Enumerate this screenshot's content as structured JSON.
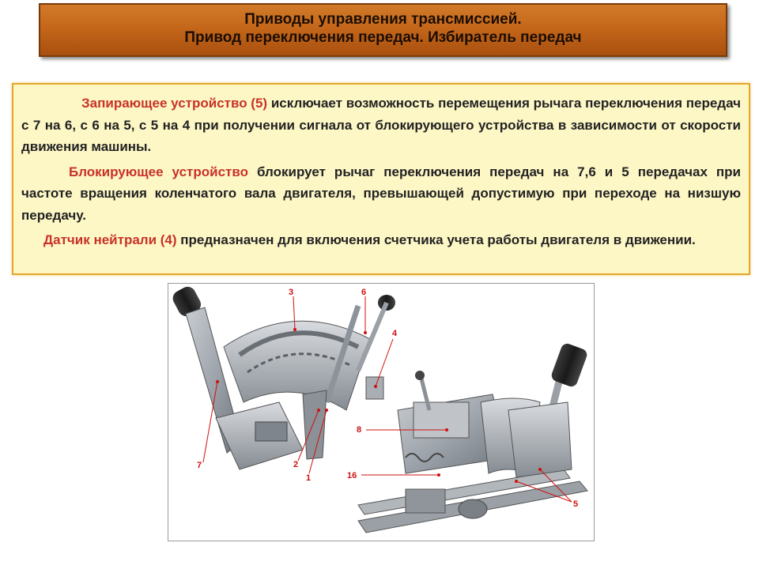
{
  "title": {
    "line1": "Приводы управления трансмиссией.",
    "line2": "Привод переключения передач.  Избиратель передач"
  },
  "paragraphs": [
    {
      "highlight": "Запирающее  устройство  (5)",
      "text": "  исключает  возможность  перемещения  рычага переключения  передач  с  7  на  6,  с  6  на  5,  с  5  на  4  при  получении  сигнала  от блокирующего устройства в зависимости от скорости движения машины."
    },
    {
      "highlight": "Блокирующее  устройство",
      "text": "  блокирует  рычаг  переключения  передач  на  7,6  и  5 передачах  при  частоте  вращения  коленчатого  вала  двигателя,  превышающей допустимую при переходе на низшую передачу."
    },
    {
      "highlight": "Датчик нейтрали (4)",
      "text": " предназначен для включения счетчика учета работы двигателя в движении."
    }
  ],
  "callouts": {
    "n3": "3",
    "n6": "6",
    "n4": "4",
    "n8": "8",
    "n7": "7",
    "n2": "2",
    "n1": "1",
    "n16": "16",
    "n5": "5"
  },
  "colors": {
    "title_bg": "#c7691c",
    "text_bg": "#fdf7c6",
    "text_border": "#e3a82b",
    "highlight": "#c8322a",
    "callout": "#d01010"
  }
}
